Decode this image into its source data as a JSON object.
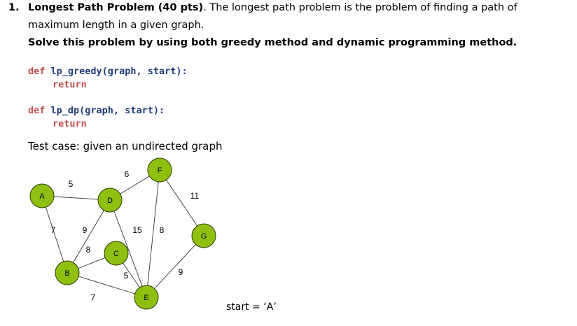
{
  "question": {
    "number": "1.",
    "title": "Longest Path Problem (40 pts)",
    "intro_rest": ". The longest path problem is the problem of finding a path of",
    "intro_line2": "maximum length in a given graph.",
    "instruction": "Solve this problem by using both greedy method and dynamic programming method."
  },
  "code": {
    "greedy_kw": "def",
    "greedy_sig": "lp_greedy(graph, start):",
    "greedy_return": "return",
    "dp_kw": "def",
    "dp_sig": "lp_dp(graph, start):",
    "dp_return": "return"
  },
  "test_case": {
    "label": "Test case: given an undirected graph",
    "start_label": "start = ‘A’"
  },
  "graph": {
    "nodes": [
      {
        "id": "A",
        "label": "A"
      },
      {
        "id": "B",
        "label": "B"
      },
      {
        "id": "C",
        "label": "C"
      },
      {
        "id": "D",
        "label": "D"
      },
      {
        "id": "E",
        "label": "E"
      },
      {
        "id": "F",
        "label": "F"
      },
      {
        "id": "G",
        "label": "G"
      }
    ],
    "edges": [
      {
        "from": "A",
        "to": "D",
        "weight": "5"
      },
      {
        "from": "A",
        "to": "B",
        "weight": "7"
      },
      {
        "from": "B",
        "to": "D",
        "weight": "9"
      },
      {
        "from": "B",
        "to": "C",
        "weight": "8"
      },
      {
        "from": "B",
        "to": "E",
        "weight": "7"
      },
      {
        "from": "D",
        "to": "F",
        "weight": "6"
      },
      {
        "from": "D",
        "to": "E",
        "weight": "15"
      },
      {
        "from": "C",
        "to": "E",
        "weight": "5"
      },
      {
        "from": "F",
        "to": "E",
        "weight": "8"
      },
      {
        "from": "F",
        "to": "G",
        "weight": "11"
      },
      {
        "from": "G",
        "to": "E",
        "weight": "9"
      }
    ],
    "node_color": "#8fbf10"
  }
}
